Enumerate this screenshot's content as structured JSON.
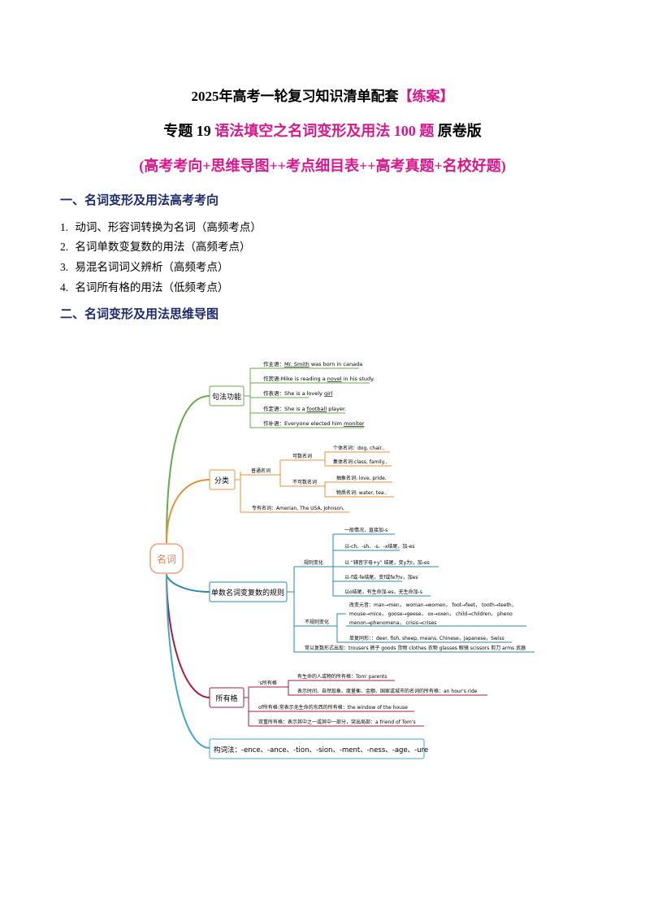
{
  "header": {
    "title_main": "2025年高考一轮复习知识清单配套",
    "title_tag": "【练案】",
    "topic_prefix": "专题 19",
    "topic_name": "语法填空之名词变形及用法 100 题",
    "topic_suffix": "原卷版",
    "subtitle": "(高考考向+思维导图++考点细目表++高考真题+名校好题)"
  },
  "section1": {
    "heading": "一、名词变形及用法高考考向",
    "items": [
      {
        "num": "1.",
        "text": "动词、形容词转换为名词（高频考点）"
      },
      {
        "num": "2.",
        "text": "名词单数变复数的用法（高频考点）"
      },
      {
        "num": "3.",
        "text": "易混名词词义辨析（高频考点）"
      },
      {
        "num": "4.",
        "text": "名词所有格的用法（低频考点）"
      }
    ]
  },
  "section2": {
    "heading": "二、名词变形及用法思维导图"
  },
  "mindmap": {
    "root": "名词",
    "colors": {
      "green": "#6aa84f",
      "orange": "#e69138",
      "teal": "#2a8bab",
      "crimson": "#a61c3c",
      "cyan": "#45a5c7"
    },
    "b1": {
      "label": "句法功能",
      "items": [
        {
          "a": "作主语：",
          "u": "Mr. Smith",
          "b": " was born in canada"
        },
        {
          "a": "作宾语:Mike is reading a ",
          "u": "novel",
          "b": " in his study."
        },
        {
          "a": "作表语：She is a lovely ",
          "u": "girl",
          "b": ""
        },
        {
          "a": "作定语：She is a ",
          "u": "football",
          "b": " player."
        },
        {
          "a": "作补语：Everyone elected him ",
          "u": "moniter",
          "b": ""
        }
      ]
    },
    "b2": {
      "label": "分类",
      "common": "普通名词",
      "countable": "可数名词",
      "c1": "个体名词：dog, chair..",
      "c2": "集体名词:class, family..",
      "uncountable": "不可数名词",
      "u1": "抽象名词: love, pride.",
      "u2": "物质名词: water, tea..",
      "proper": "专有名词：Amerian, The USA, Johnson,"
    },
    "b3": {
      "label": "单数名词变复数的规则",
      "regular": "规则变化",
      "r1": "一般情况，直接加-s",
      "r2": "以-ch、-sh、-s、-x结尾，加-es",
      "r3": "以 “辅音字母+y” 结尾，变y为i，加-es",
      "r4": "以-f或-fe结尾，变f或fe为v，加es",
      "r5": "以o结尾，有生命加-es，无生命加-s",
      "irregular": "不规则变化",
      "i1a": "改变元音：man→men， woman→women， foot→feet， tooth→teeth，",
      "i1b": "mouse→mice， goose→geese， ox→oxen， child→children， pheno",
      "i1c": "menon→phenomena， crisis→crises",
      "i2": "单复同形：：deer, fish, sheep, means, Chinese，Japanese，Swiss",
      "plural_only": "常以复数形式出现：trousers 裤子 goods 货物 clothes 衣物 glasses 眼镜 scissors 剪刀 arms 武器"
    },
    "b4": {
      "label": "所有格",
      "s_poss": "'s所有格",
      "s1": "有生命的人或物的所有格：Tom' parents",
      "s2": "表示时间、自然现象、度量衡、金额、国家或城市的名词的所有格：an hour's ride",
      "of_poss": "of所有格:常表示无生命的东西的所有格：the window of the house",
      "double": "双重所有格：表示其中之一或其中一部分，突出局部：a friend of Tom's"
    },
    "b5": {
      "label": "构词法：-ence、-ance、-tion、-sion、-ment、-ness、-age、-ure"
    }
  }
}
